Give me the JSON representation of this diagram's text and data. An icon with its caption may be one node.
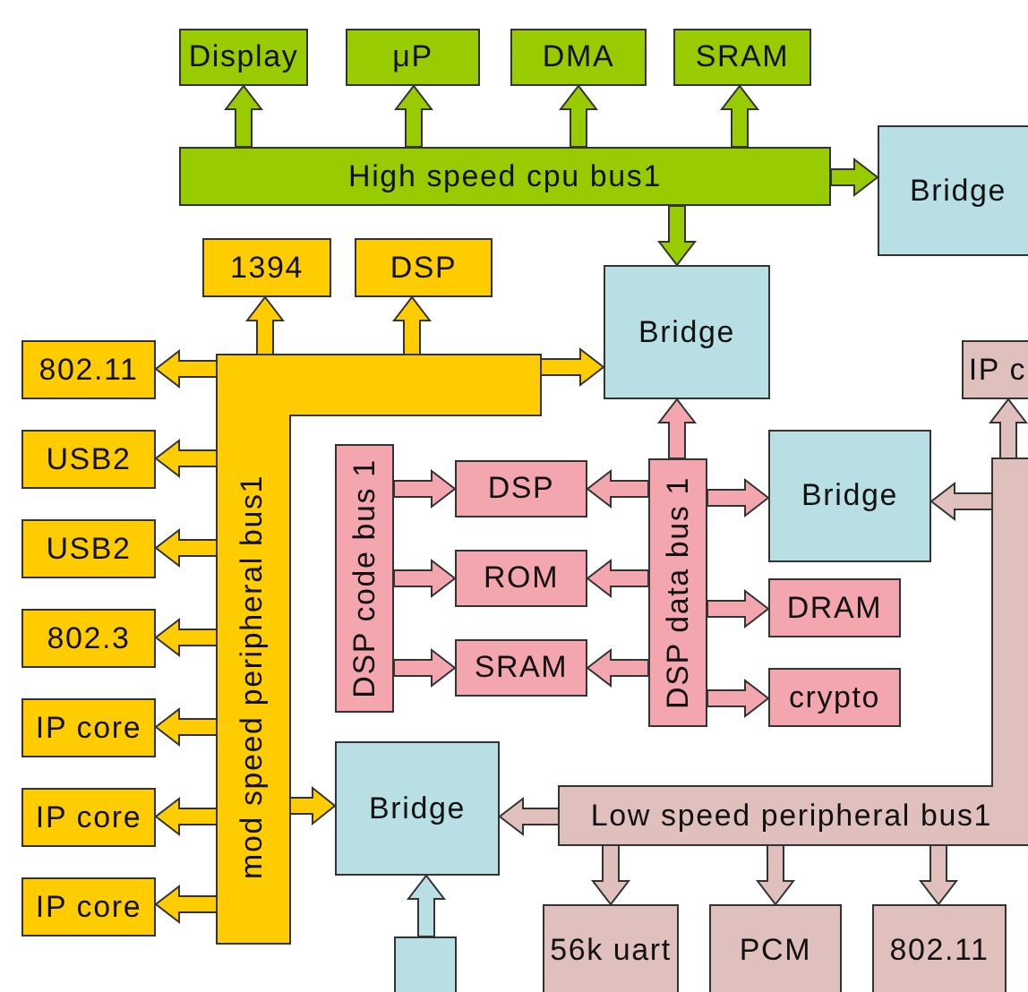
{
  "diagram": {
    "nodes": [
      {
        "text": [
          "Display"
        ]
      },
      {
        "text": [
          "μP"
        ]
      },
      {
        "text": [
          "DMA"
        ]
      },
      {
        "text": [
          "SRAM"
        ]
      },
      {
        "text": [
          "High speed cpu bus1"
        ]
      },
      {
        "text": [
          "Bridge"
        ]
      },
      {
        "text": [
          "1394"
        ]
      },
      {
        "text": [
          "DSP"
        ]
      },
      {
        "text": [
          "Bridge"
        ]
      },
      {
        "text": [
          "IP c"
        ]
      },
      {
        "text": [
          "802.11"
        ]
      },
      {
        "text": [
          "mod speed peripheral bus1"
        ]
      },
      {
        "text": [
          "USB2"
        ]
      },
      {
        "text": [
          "USB2"
        ]
      },
      {
        "text": [
          "802.3"
        ]
      },
      {
        "text": [
          "IP core"
        ]
      },
      {
        "text": [
          "IP core"
        ]
      },
      {
        "text": [
          "IP core"
        ]
      },
      {
        "text": [
          "DSP code bus 1"
        ]
      },
      {
        "text": [
          "DSP"
        ]
      },
      {
        "text": [
          "DSP data bus 1"
        ]
      },
      {
        "text": [
          "Bridge"
        ]
      },
      {
        "text": [
          "ROM"
        ]
      },
      {
        "text": [
          "DRAM"
        ]
      },
      {
        "text": [
          "SRAM"
        ]
      },
      {
        "text": [
          "crypto"
        ]
      },
      {
        "text": [
          "Bridge"
        ]
      },
      {
        "text": [
          "Low speed peripheral bus1"
        ]
      },
      {
        "text": [
          "56k uart"
        ]
      },
      {
        "text": [
          "PCM"
        ]
      },
      {
        "text": [
          "802.11"
        ]
      },
      {
        "text": [],
        "shape": "box"
      }
    ],
    "edges": [
      {
        "from": 4,
        "to": 0,
        "arrow": "to",
        "color": "#99cc00"
      },
      {
        "from": 4,
        "to": 1,
        "arrow": "to",
        "color": "#99cc00"
      },
      {
        "from": 4,
        "to": 2,
        "arrow": "to",
        "color": "#99cc00"
      },
      {
        "from": 4,
        "to": 3,
        "arrow": "to",
        "color": "#99cc00"
      },
      {
        "from": 4,
        "to": 5,
        "arrow": "to",
        "color": "#99cc00"
      },
      {
        "from": 4,
        "to": 8,
        "arrow": "to",
        "color": "#99cc00"
      },
      {
        "from": 11,
        "to": 6,
        "arrow": "to"
      },
      {
        "from": 11,
        "to": 7,
        "arrow": "to"
      },
      {
        "from": 11,
        "to": 8,
        "arrow": "to"
      },
      {
        "from": 11,
        "to": 10,
        "arrow": "to"
      },
      {
        "from": 11,
        "to": 12,
        "arrow": "to"
      },
      {
        "from": 11,
        "to": 13,
        "arrow": "to"
      },
      {
        "from": 11,
        "to": 14,
        "arrow": "to"
      },
      {
        "from": 11,
        "to": 15,
        "arrow": "to"
      },
      {
        "from": 11,
        "to": 16,
        "arrow": "to"
      },
      {
        "from": 11,
        "to": 17,
        "arrow": "to"
      },
      {
        "from": 11,
        "to": 26,
        "arrow": "to"
      },
      {
        "from": 18,
        "to": 19,
        "arrow": "to",
        "color": "#f4a6ae"
      },
      {
        "from": 18,
        "to": 22,
        "arrow": "to",
        "color": "#f4a6ae"
      },
      {
        "from": 18,
        "to": 24,
        "arrow": "to",
        "color": "#f4a6ae"
      },
      {
        "from": 20,
        "to": 19,
        "arrow": "to",
        "color": "#f4a6ae"
      },
      {
        "from": 20,
        "to": 22,
        "arrow": "to",
        "color": "#f4a6ae"
      },
      {
        "from": 20,
        "to": 24,
        "arrow": "to",
        "color": "#f4a6ae"
      },
      {
        "from": 20,
        "to": 8,
        "arrow": "to",
        "color": "#f4a6ae"
      },
      {
        "from": 20,
        "to": 21,
        "arrow": "to",
        "color": "#f4a6ae"
      },
      {
        "from": 20,
        "to": 23,
        "arrow": "to",
        "color": "#f4a6ae"
      },
      {
        "from": 20,
        "to": 25,
        "arrow": "to",
        "color": "#f4a6ae"
      },
      {
        "from": 27,
        "to": 26,
        "arrow": "to",
        "color": "#e0c0bc"
      },
      {
        "from": 27,
        "to": 9,
        "arrow": "to",
        "color": "#e0c0bc"
      },
      {
        "from": 27,
        "to": 21,
        "arrow": "to",
        "color": "#e0c0bc"
      },
      {
        "from": 27,
        "to": 28,
        "arrow": "to",
        "color": "#e0c0bc"
      },
      {
        "from": 27,
        "to": 29,
        "arrow": "to",
        "color": "#e0c0bc"
      },
      {
        "from": 27,
        "to": 30,
        "arrow": "to",
        "color": "#e0c0bc"
      },
      {
        "from": 31,
        "to": 26,
        "arrow": "to",
        "color": "#b8e0e4"
      }
    ]
  }
}
